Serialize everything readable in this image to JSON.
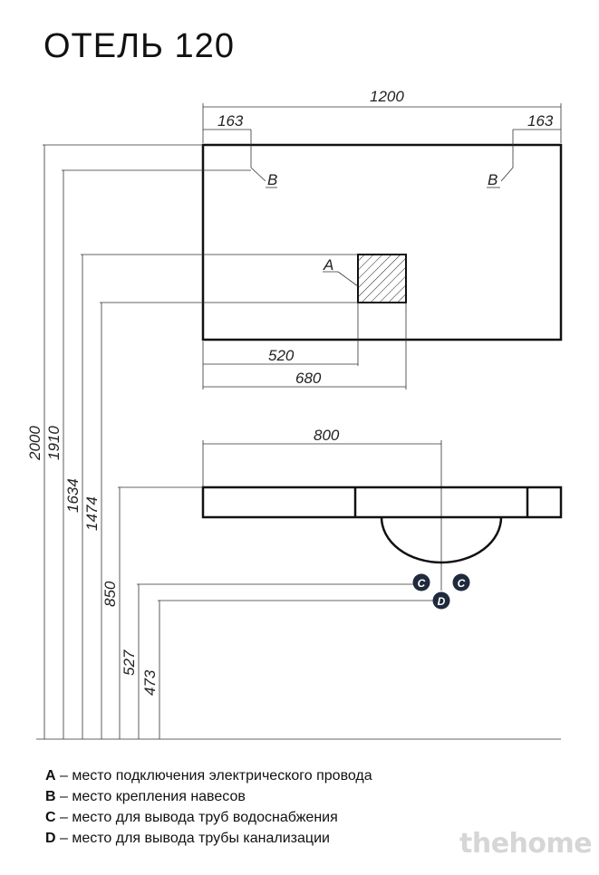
{
  "title": "ОТЕЛЬ 120",
  "dimensions": {
    "total_width": "1200",
    "left_offset": "163",
    "right_offset": "163",
    "a_x1": "520",
    "a_x2": "680",
    "drain_x": "800",
    "h_total": "2000",
    "h_top": "1910",
    "h_a_top": "1634",
    "h_a_bottom": "1474",
    "h_basin": "850",
    "h_water": "527",
    "h_drain": "473"
  },
  "markers": {
    "a": "A",
    "b_left": "B",
    "b_right": "B",
    "c_left": "C",
    "c_right": "C",
    "d": "D"
  },
  "legend": [
    {
      "key": "A",
      "text": " – место подключения электрического провода"
    },
    {
      "key": "B",
      "text": " – место крепления навесов"
    },
    {
      "key": "C",
      "text": " – место для вывода труб водоснабжения"
    },
    {
      "key": "D",
      "text": " – место для вывода трубы канализации"
    }
  ],
  "watermark": "thehome"
}
